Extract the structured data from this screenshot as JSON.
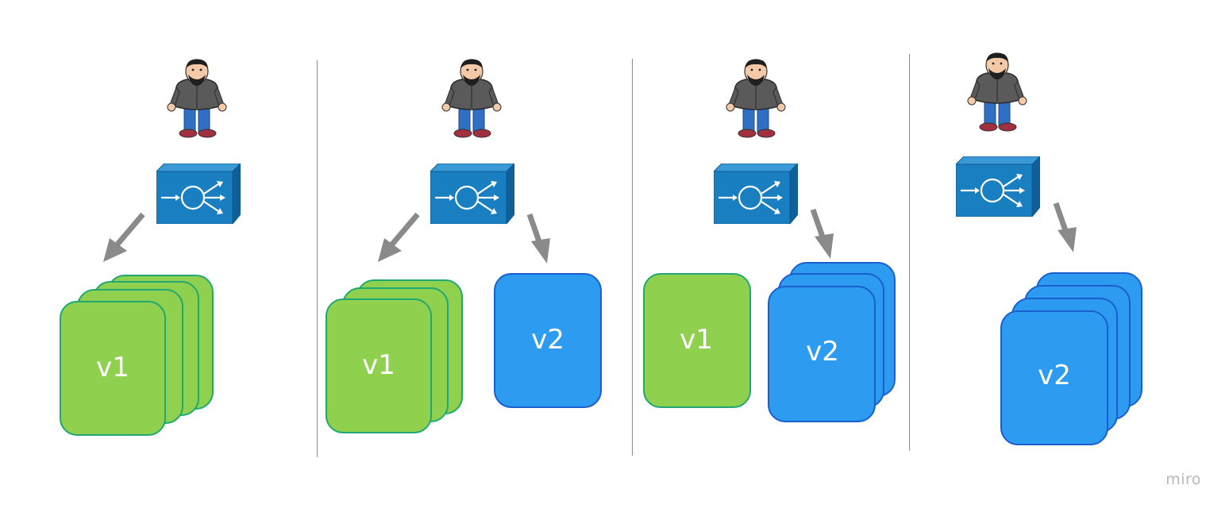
{
  "diagram": {
    "title": "Blue-green / canary deployment stages",
    "panels": [
      {
        "id": "stage-1",
        "green_label": "v1",
        "blue_label": null
      },
      {
        "id": "stage-2",
        "green_label": "v1",
        "blue_label": "v2"
      },
      {
        "id": "stage-3",
        "green_label": "v1",
        "blue_label": "v2"
      },
      {
        "id": "stage-4",
        "green_label": null,
        "blue_label": "v2"
      }
    ],
    "icons": {
      "user": "user-icon",
      "load_balancer": "load-balancer-icon",
      "arrow": "arrow-icon"
    },
    "colors": {
      "v1_fill": "#8fd14f",
      "v1_border": "#1fa872",
      "v2_fill": "#2d9bf0",
      "v2_border": "#1a5fd0",
      "lb_front": "#1a7fc0",
      "arrow": "#8a8a8a"
    }
  },
  "watermark": "miro"
}
